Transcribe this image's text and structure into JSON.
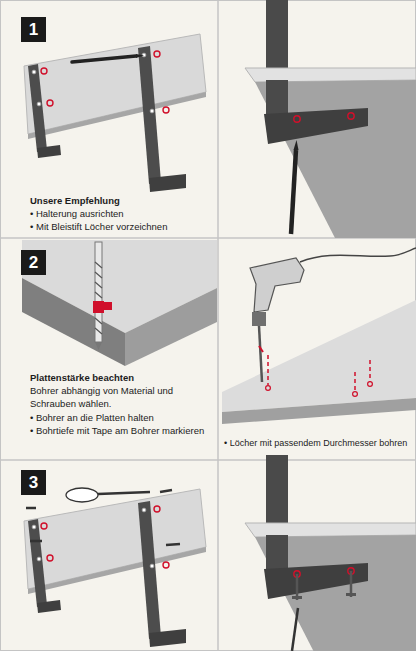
{
  "diagram": {
    "nodes": [
      {
        "text": [
          "1"
        ]
      },
      {
        "text": [
          "2"
        ]
      },
      {
        "text": [
          "3"
        ]
      }
    ],
    "labels": [
      "Unsere Empfehlung",
      "• Halterung ausrichten",
      "• Mit Bleistift Löcher vorzeichnen",
      "Plattenstärke beachten",
      "Bohrer abhängig von Material und Schrauben wählen.",
      "• Bohrer an die Platten halten",
      "• Bohrtiefe mit Tape am Bohrer markieren",
      "• Löcher mit passendem Durchmesser bohren"
    ]
  }
}
